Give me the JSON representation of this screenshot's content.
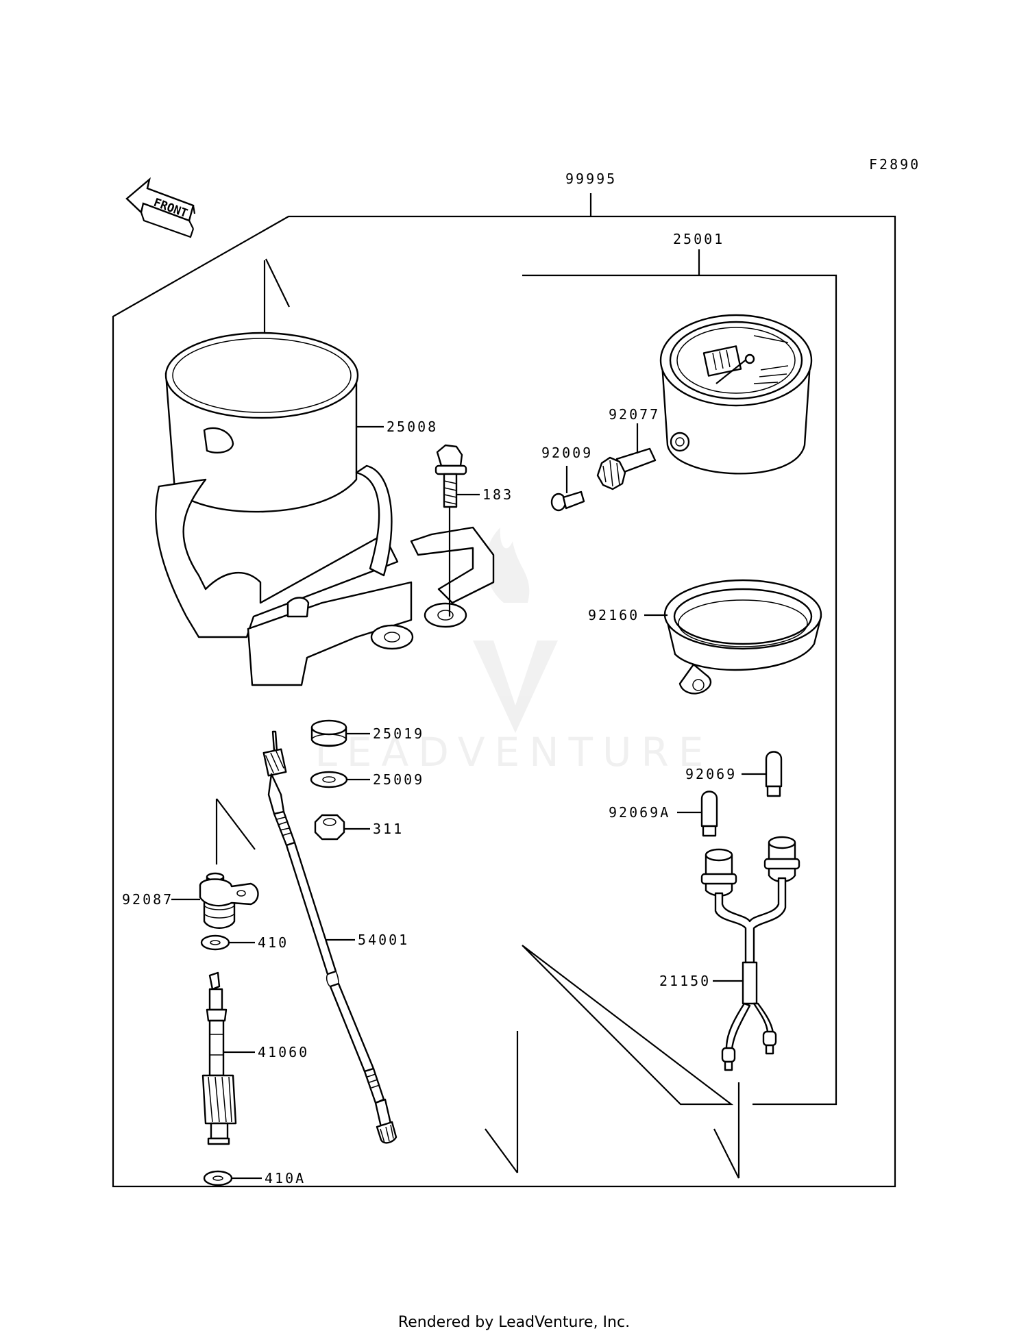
{
  "drawing_code": "F2890",
  "front_label": "FRONT",
  "watermark": "LEADVENTURE",
  "footer": "Rendered by LeadVenture, Inc.",
  "callouts": {
    "p99995": "99995",
    "p25001": "25001",
    "p25008": "25008",
    "p183": "183",
    "p92077": "92077",
    "p92009": "92009",
    "p92160": "92160",
    "p25019": "25019",
    "p25009": "25009",
    "p311": "311",
    "p92069": "92069",
    "p92069A": "92069A",
    "p92087": "92087",
    "p410": "410",
    "p54001": "54001",
    "p21150": "21150",
    "p41060": "41060",
    "p410A": "410A"
  }
}
